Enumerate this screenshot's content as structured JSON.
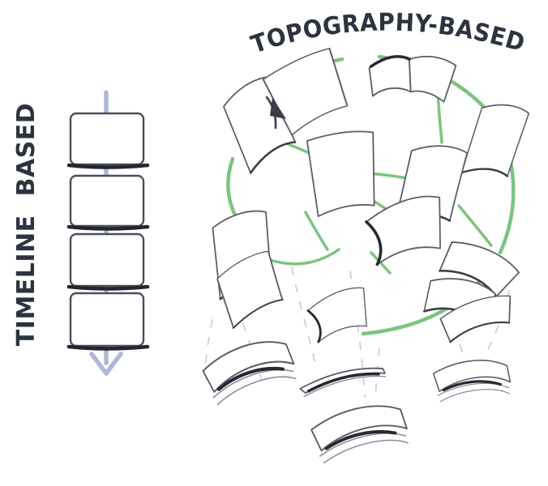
{
  "colors": {
    "bg": "#ffffff",
    "ink": "#2e3340",
    "green": "#7cc47f",
    "arrow_blue": "#aeb8d6",
    "paper_stroke": "#5a5e68",
    "edge_dark": "#262932",
    "trail": "#c9ccd2"
  },
  "timeline": {
    "label": "TIMELINE BASED",
    "card_count": 4,
    "arrow_icon": "down-arrow"
  },
  "topography": {
    "label": "TOPOGRAPHY-BASED",
    "page_count": 13,
    "stack_count": 4
  }
}
